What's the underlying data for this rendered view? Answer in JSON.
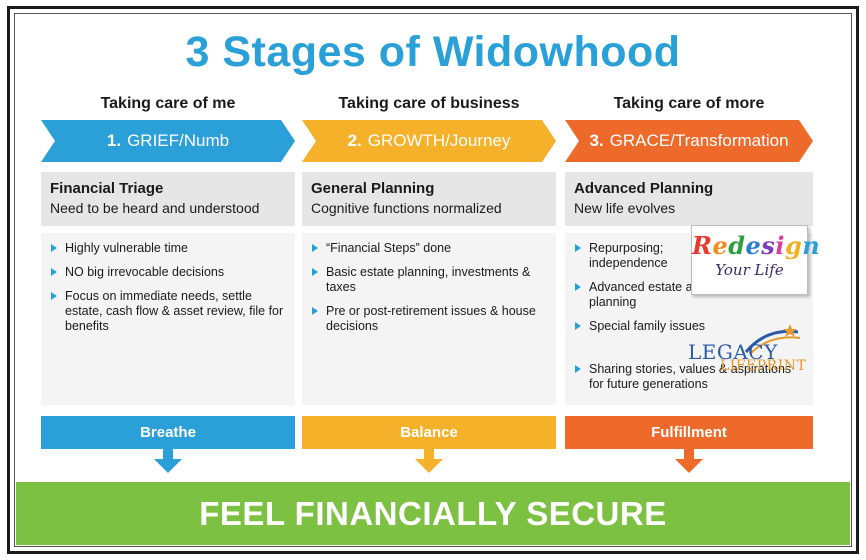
{
  "title": "3 Stages of Widowhood",
  "colors": {
    "title": "#2aa0d8",
    "stage1": "#2b9fd8",
    "stage2": "#f6b12b",
    "stage3": "#ee6a2a",
    "footer": "#7dc142"
  },
  "stages": [
    {
      "heading": "Taking care of me",
      "number": "1.",
      "label": "GRIEF/Numb",
      "box_title": "Financial Triage",
      "box_subtitle": "Need to be heard and understood",
      "items": [
        "Highly vulnerable time",
        "NO big irrevocable decisions",
        "Focus on immediate needs, settle estate, cash flow & asset review, file for benefits"
      ],
      "bar": "Breathe"
    },
    {
      "heading": "Taking care of business",
      "number": "2.",
      "label": "GROWTH/Journey",
      "box_title": "General Planning",
      "box_subtitle": "Cognitive functions normalized",
      "items": [
        "“Financial Steps” done",
        "Basic estate planning, investments & taxes",
        "Pre or post-retirement issues & house decisions"
      ],
      "bar": "Balance"
    },
    {
      "heading": "Taking care of more",
      "number": "3.",
      "label": "GRACE/Transformation",
      "box_title": "Advanced Planning",
      "box_subtitle": "New life evolves",
      "items": [
        "Repurposing; independence",
        "Advanced estate and charitable planning",
        "Special family issues",
        "Sharing stories, values & aspirations for future generations"
      ],
      "bar": "Fulfillment"
    }
  ],
  "logos": {
    "redesign_line1": "Redesign",
    "redesign_line2": "Your Life",
    "legacy_line1": "LEGACY",
    "legacy_line2": "LIFEPRINT"
  },
  "footer": "FEEL FINANCIALLY SECURE"
}
